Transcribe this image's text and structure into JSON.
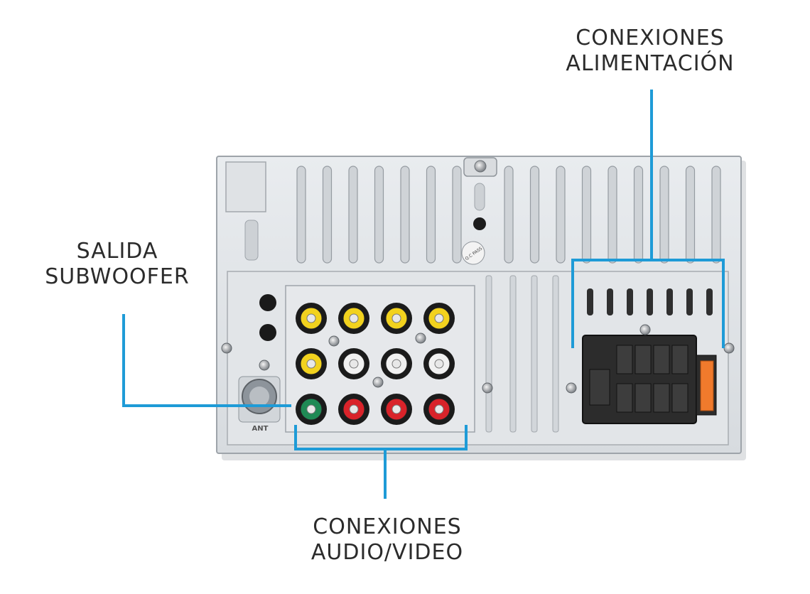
{
  "callouts": {
    "power": {
      "line1": "CONEXIONES",
      "line2": "ALIMENTACIÓN"
    },
    "subwoofer": {
      "line1": "SALIDA",
      "line2": "SUBWOOFER"
    },
    "audio_video": {
      "line1": "CONEXIONES",
      "line2": "AUDIO/VIDEO"
    }
  },
  "unit_markings": {
    "antenna": "ANT",
    "qc_sticker": "Q.C PASS"
  },
  "colors": {
    "callout_line": "#1e9bd7",
    "chassis": "#e4e7ea",
    "rca_yellow": "#f2d21e",
    "rca_white": "#f1f1f1",
    "rca_red": "#d9232a",
    "rca_green": "#1f8a55",
    "iso_connector": "#2b2b2b",
    "fuse": "#f07a2c"
  }
}
